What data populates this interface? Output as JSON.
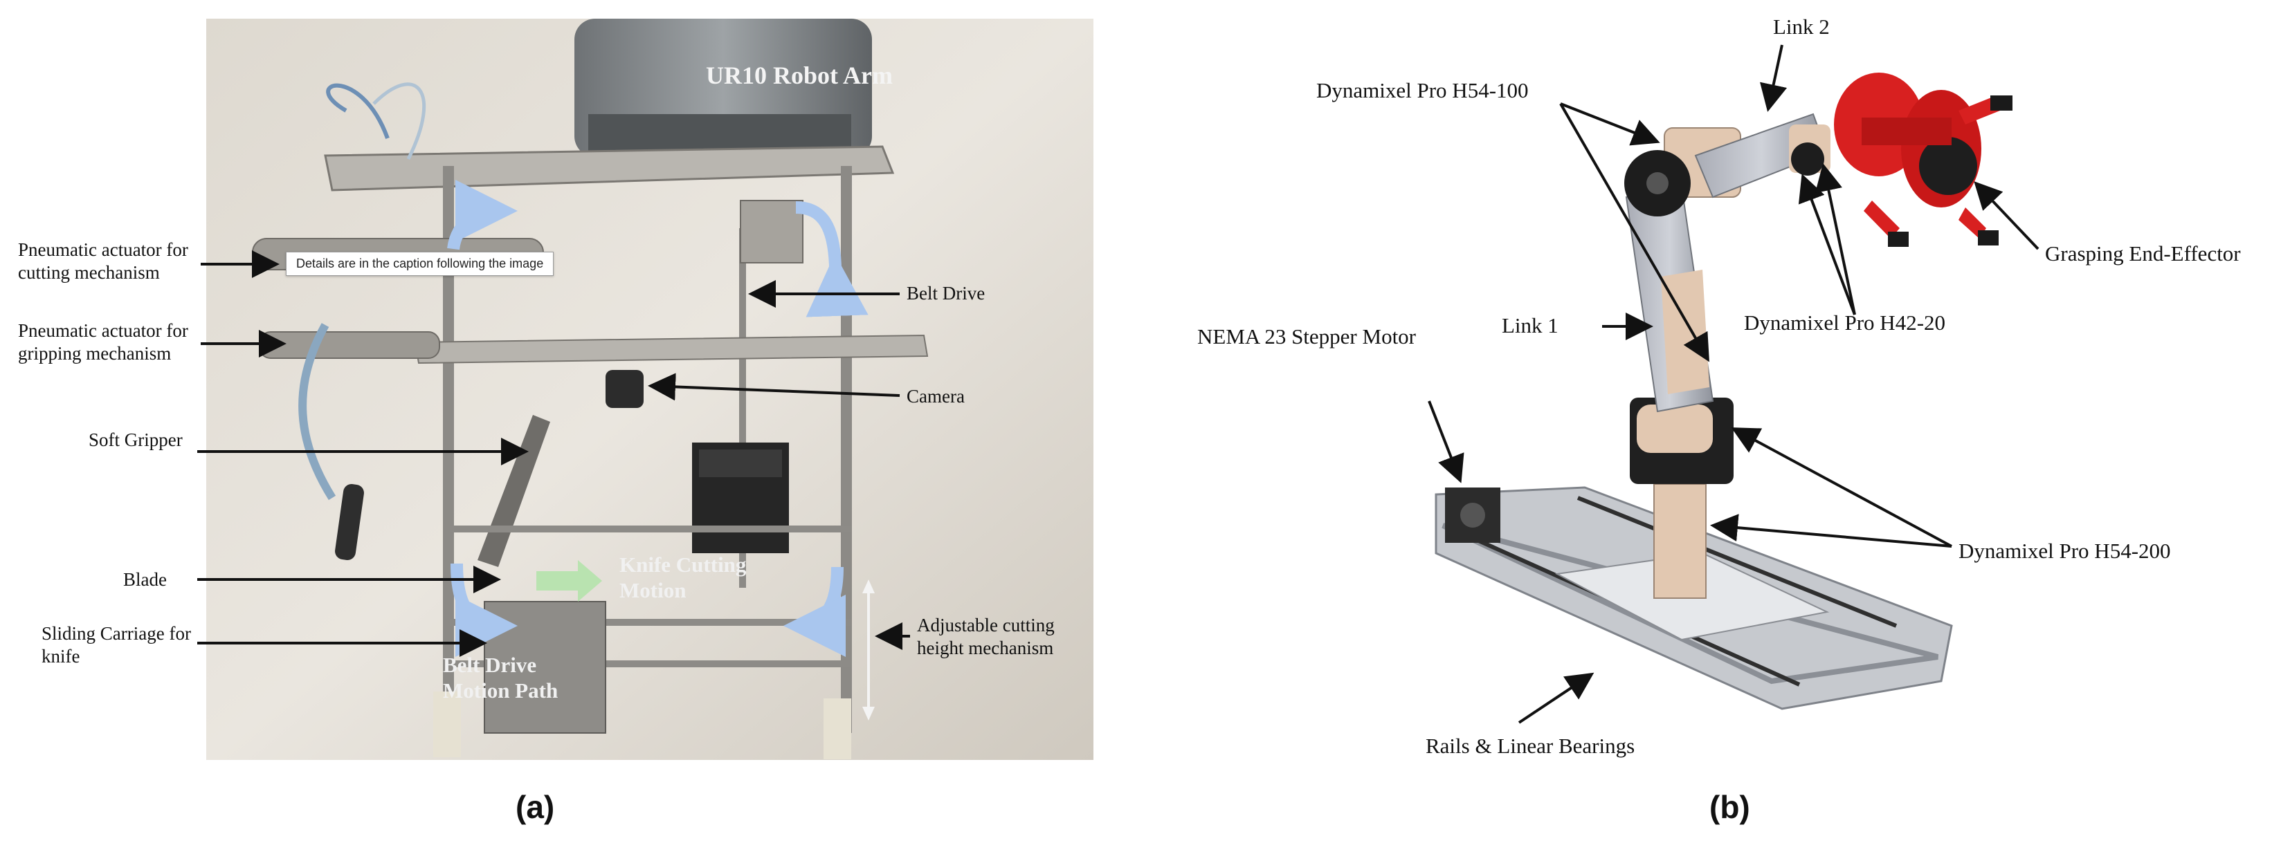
{
  "panel_a": {
    "caption": "(a)",
    "photo_labels": {
      "robot_arm": "UR10 Robot Arm",
      "knife_motion": "Knife Cutting Motion",
      "belt_motion": "Belt Drive Motion Path"
    },
    "tooltip": "Details are in the caption following the image",
    "labels": {
      "pneumatic_cutting": "Pneumatic actuator for cutting mechanism",
      "pneumatic_gripping": "Pneumatic actuator for gripping mechanism",
      "soft_gripper": "Soft Gripper",
      "blade": "Blade",
      "sliding_carriage": "Sliding Carriage for knife",
      "belt_drive": "Belt Drive",
      "camera": "Camera",
      "adjustable_height": "Adjustable cutting height mechanism"
    }
  },
  "panel_b": {
    "caption": "(b)",
    "labels": {
      "link2": "Link 2",
      "h54_100": "Dynamixel Pro H54-100",
      "end_effector": "Grasping End-Effector",
      "link1": "Link 1",
      "h42_20": "Dynamixel Pro H42-20",
      "nema": "NEMA 23 Stepper Motor",
      "h54_200": "Dynamixel Pro H54-200",
      "rails": "Rails & Linear Bearings"
    }
  }
}
